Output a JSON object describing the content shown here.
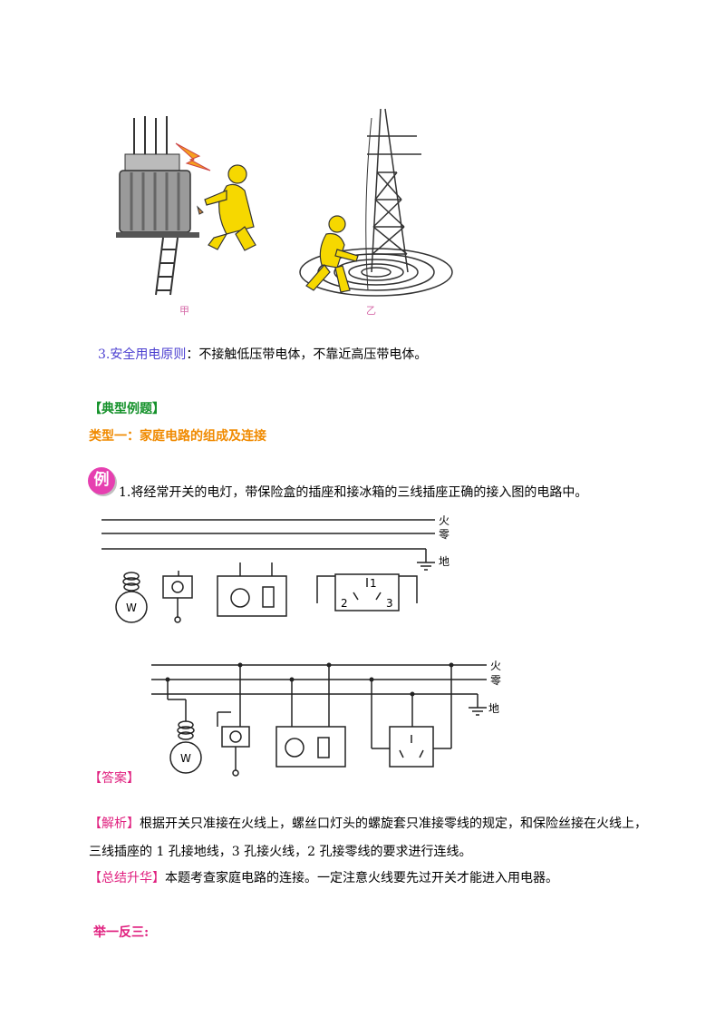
{
  "figure_top": {
    "label_left": "甲",
    "label_right": "乙"
  },
  "principle": {
    "number": "3.",
    "title": "安全用电原则",
    "text": "：不接触低压带电体，不靠近高压带电体。"
  },
  "section_title": "【典型例题】",
  "type_title": "类型一：家庭电路的组成及连接",
  "example": {
    "badge": "例",
    "question": "1.将经常开关的电灯，带保险盒的插座和接冰箱的三线插座正确的接入图的电路中。"
  },
  "diagram1": {
    "line_labels": [
      "火",
      "零",
      "地"
    ],
    "socket3_numbers": [
      "1",
      "2",
      "3"
    ],
    "lamp_letter": "W"
  },
  "diagram2": {
    "line_labels": [
      "火",
      "零",
      "地"
    ],
    "lamp_letter": "W"
  },
  "answer_label": "【答案】",
  "analysis": {
    "label": "【解析】",
    "line1": "根据开关只准接在火线上，螺丝口灯头的螺旋套只准接零线的规定，和保险丝接在火线上，",
    "line2": "三线插座的 1 孔接地线，3 孔接火线，2 孔接零线的要求进行连线。"
  },
  "summary": {
    "label": "【总结升华】",
    "text": "本题考查家庭电路的连接。一定注意火线要先过开关才能进入用电器。"
  },
  "practice_title": "举一反三:"
}
